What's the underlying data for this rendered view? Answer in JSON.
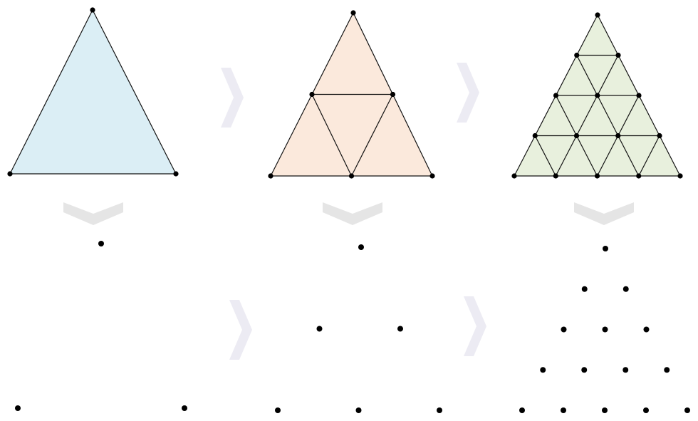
{
  "colors": {
    "stage_1_fill": "#dbeef5",
    "stage_2_fill": "#fbe9dc",
    "stage_3_fill": "#e8f0dd",
    "edge_stroke": "#111111",
    "vertex": "#000000",
    "arrow_right": "#ecebf3",
    "arrow_down": "#e5e5e5"
  },
  "icons": {
    "arrow_right": "chevron-right-icon",
    "arrow_down": "chevron-down-icon"
  },
  "diagram": {
    "stages": [
      {
        "level": 1,
        "points_per_row": [
          1,
          0,
          2
        ]
      },
      {
        "level": 2,
        "points_per_row": [
          1,
          2,
          3
        ]
      },
      {
        "level": 4,
        "points_per_row": [
          1,
          2,
          3,
          4,
          5
        ]
      }
    ]
  }
}
